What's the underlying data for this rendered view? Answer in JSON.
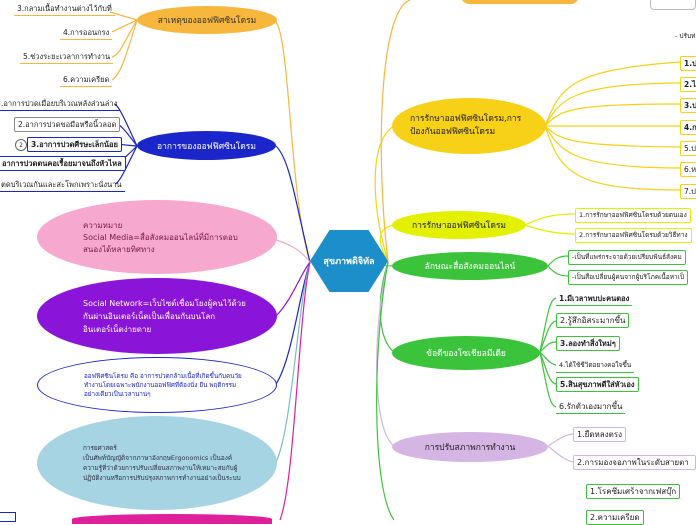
{
  "center": "สุขภาพดิจิทัล",
  "colors": {
    "yellow": "#f7d117",
    "lime": "#e3f000",
    "green": "#3cc33c",
    "lavender": "#d4b5e3",
    "pink": "#f6a8cf",
    "purple": "#8a14d8",
    "navy": "#1a26c9",
    "orange": "#f7b63c",
    "lightblue": "#a6d4e2"
  },
  "left": {
    "causes": {
      "title": "สาเหตุของออฟฟิศซินโดรม",
      "items": [
        "3.กลามเนื้อทำงานต่างไว้กับที่",
        "4.การออนกรง",
        "5.ช่วงระยะเวลาการทำงาน",
        "6.ความเครียด"
      ]
    },
    "symptoms": {
      "title": "อาการของออฟฟิศซินโดรม",
      "items": [
        ".อาการปวดเมื่อยบริเวณหลังส่วนล่าง",
        "2.อาการปวดขอมือหรือนิ้วลอด",
        "3.อาการปวดศีรษะเล็กน้อย",
        "อาการปวดตนคอเรื้อยมาจนถึงหัวไหล",
        "ตดบริเวณกันและสะโพกเพราะนั่งนาน"
      ],
      "badge": "2"
    },
    "meaning": {
      "label": "ความหมาย",
      "text": "Social Media=สื่อสังคมออนไลน์ที่มีการตอบสนองได้หลายทิศทาง"
    },
    "network": {
      "text": "Social Network=เว็บไซต์เชื่อมโยงผู้คนไว้ด้วยกันผ่านอินเตอร์เน็ตเป็นเพื่อนกันบนโลกอินเตอร์เน็ตง่ายดาย"
    },
    "office": {
      "text": "ออฟฟิศซินโดรม คือ อาการปวดกล้ามเนื้อที่เกิดขึ้นกับคนวัยทำงานโดยเฉพาะพนักงานออฟฟิศที่ต้องนั่ง ยืน พฤติกรรมอย่างเดียวเป็นเวลานานๆ"
    },
    "ergonomics": {
      "label": "การยศาสตร์",
      "text": "เป็นศัพท์บัญญัติจากภาษาอังกฤษErgonomics เป็นองค์ความรู้ที่ว่าด้วยการปรับเปลี่ยนสภาพงานให้เหมาะสมกับผู้ปฏิบัติงานหรือการปรับปรุงสภาพการทำงานอย่างเป็นระบบ"
    }
  },
  "right": {
    "top_fragment": "- ปรับท่",
    "treatment": {
      "title": "การรักษาออฟฟิศซินโดรม,การป้องกันออฟฟิศซินโดรม",
      "items": [
        "1.ป",
        "2.ไ",
        "3.ป",
        "4.ก",
        "5.ป",
        "6.ห",
        "7.ป"
      ]
    },
    "care": {
      "title": "การรักษาออฟฟิศซินโดรม",
      "items": [
        "1.การรักษาออฟฟิศซินโดรมด้วยตนเอง",
        "2.การรักษาออฟฟิศซินโดรมด้วยวิธีทาง"
      ]
    },
    "social": {
      "title": "ลักษณะสื่อสังคมออนไลน์",
      "items": [
        "-เป็นที่แพร่กระจายด้วยเปรียบฟันธ์สังคม",
        "-เป็นสื่อเปลี่ยนผู้คนจากผู้บริโภคเนื้อหาเป็"
      ]
    },
    "benefits": {
      "title": "ข้อดีของโซเชียลมีเดีย",
      "items": [
        "1.มีเวลาพบปะคนตอง",
        "2.รู้สึกอิสระมากขึ้น",
        "3.ลองทำสิ่งใหม่ๆ",
        "4.ได้ใช้ชีวิตอยางคอใจขึ้น",
        "5.สินสุขภาพดีใส่หัวเอง",
        "6.รักตัวเองมากขึ้น"
      ]
    },
    "workplace": {
      "title": "การปรับสภาพการทำงาน",
      "items": [
        "1.ยืดหลงตรง",
        "2.การมองจอภาพในระดับสายตา"
      ]
    },
    "bottom": {
      "items": [
        "1.โรคซึมเศร้าจากเฟสบุ๊ก",
        "2.ความเครียด"
      ]
    }
  }
}
